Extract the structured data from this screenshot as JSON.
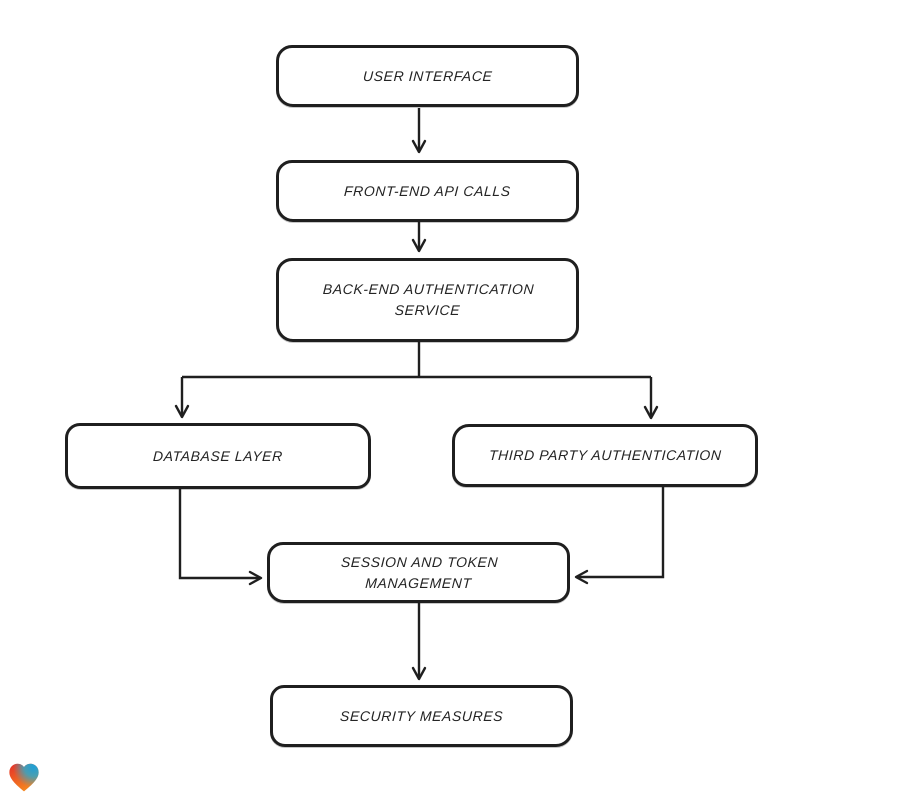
{
  "diagram": {
    "type": "flowchart",
    "style": "hand-drawn",
    "stroke_color": "#1f1f1f",
    "node_fill_color": "#ffffff",
    "nodes": [
      {
        "id": "user-interface",
        "label": "USER INTERFACE"
      },
      {
        "id": "front-end-api-calls",
        "label": "FRONT-END API CALLS"
      },
      {
        "id": "back-end-authentication-service",
        "label": "BACK-END AUTHENTICATION SERVICE"
      },
      {
        "id": "database-layer",
        "label": "DATABASE LAYER"
      },
      {
        "id": "third-party-authentication",
        "label": "THIRD PARTY AUTHENTICATION"
      },
      {
        "id": "session-and-token-management",
        "label": "SESSION AND TOKEN MANAGEMENT"
      },
      {
        "id": "security-measures",
        "label": "SECURITY MEASURES"
      }
    ],
    "edges": [
      {
        "from": "user-interface",
        "to": "front-end-api-calls"
      },
      {
        "from": "front-end-api-calls",
        "to": "back-end-authentication-service"
      },
      {
        "from": "back-end-authentication-service",
        "to": "database-layer"
      },
      {
        "from": "back-end-authentication-service",
        "to": "third-party-authentication"
      },
      {
        "from": "database-layer",
        "to": "session-and-token-management"
      },
      {
        "from": "third-party-authentication",
        "to": "session-and-token-management"
      },
      {
        "from": "session-and-token-management",
        "to": "security-measures"
      }
    ]
  },
  "footer": {
    "logo_icon": "heart-logo",
    "logo_colors": {
      "top_left": "#e5252a",
      "top_right": "#1f9fd6",
      "bottom": "#f6921e"
    }
  }
}
